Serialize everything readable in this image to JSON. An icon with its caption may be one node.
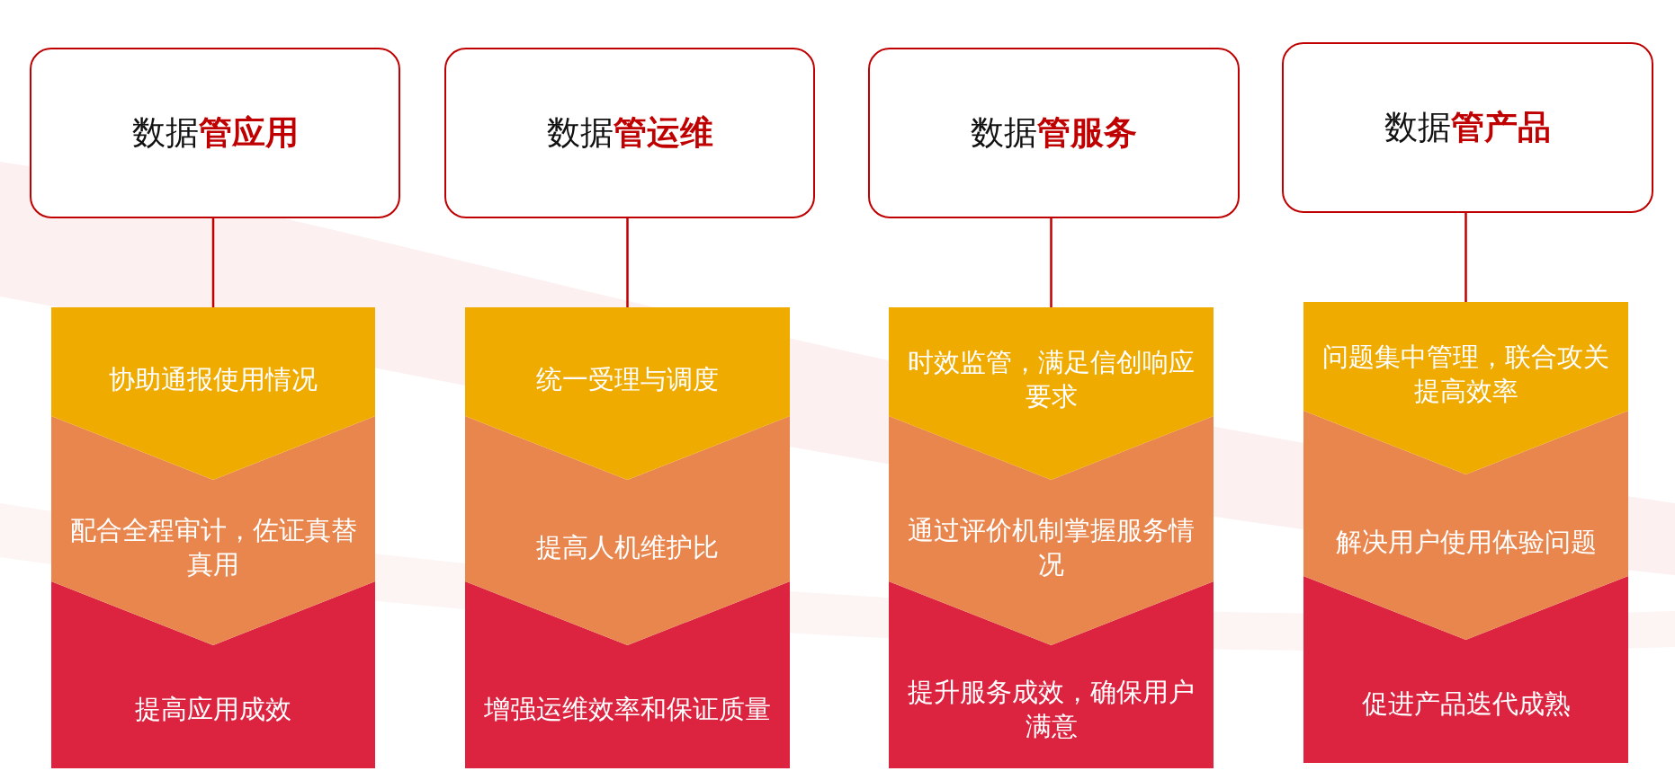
{
  "diagram": {
    "nodes": [
      {
        "text": [
          "数据**管应用**"
        ]
      },
      {
        "text": [
          "协助通报使用情况"
        ]
      },
      {
        "text": [
          "配合全程审计，佐证真替真用"
        ]
      },
      {
        "text": [
          "提高应用成效"
        ]
      },
      {
        "text": [
          "数据**管运维**"
        ]
      },
      {
        "text": [
          "统一受理与调度"
        ]
      },
      {
        "text": [
          "提高人机维护比"
        ]
      },
      {
        "text": [
          "增强运维效率和保证质量"
        ]
      },
      {
        "text": [
          "数据**管服务**"
        ]
      },
      {
        "text": [
          "时效监管，满足信创响应要求"
        ]
      },
      {
        "text": [
          "通过评价机制掌握服务情况"
        ]
      },
      {
        "text": [
          "提升服务成效，确保用户满意"
        ]
      },
      {
        "text": [
          "数据**管产品**"
        ]
      },
      {
        "text": [
          "问题集中管理，联合攻关提高效率"
        ]
      },
      {
        "text": [
          "解决用户使用体验问题"
        ]
      },
      {
        "text": [
          "促进产品迭代成熟"
        ]
      }
    ],
    "edges": [
      {
        "from": 0,
        "to": 1,
        "arrow": "none"
      },
      {
        "from": 4,
        "to": 5,
        "arrow": "none"
      },
      {
        "from": 8,
        "to": 9,
        "arrow": "none"
      },
      {
        "from": 12,
        "to": 13,
        "arrow": "none"
      }
    ]
  }
}
